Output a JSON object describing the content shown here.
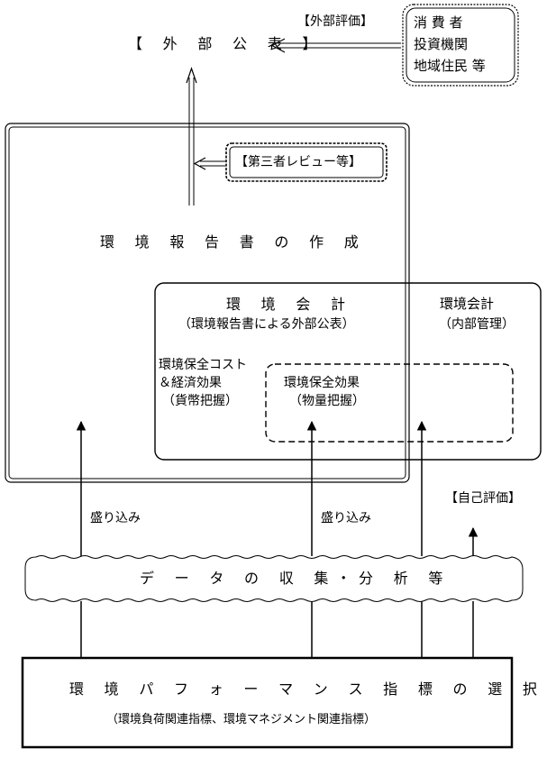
{
  "external_publication": "【 外 部 公 表 】",
  "external_evaluation": "【外部評価】",
  "stakeholders": [
    "消 費 者",
    "投資機関",
    "地域住民 等"
  ],
  "third_party_review": "【第三者レビュー等】",
  "report_creation": "環 境 報 告 書 の 作 成",
  "env_accounting_external": {
    "title": "環 境 会 計",
    "subtitle": "（環境報告書による外部公表）"
  },
  "env_accounting_internal": {
    "title": "環境会計",
    "subtitle": "（内部管理）"
  },
  "cost_effect": [
    "環境保全コスト",
    "＆経済効果",
    "（貨幣把握）"
  ],
  "conservation_effect": [
    "環境保全効果",
    "（物量把握）"
  ],
  "incorporate_left": "盛り込み",
  "incorporate_right": "盛り込み",
  "self_evaluation": "【自己評価】",
  "data_collection": "デ ー タ の 収 集・分 析 等",
  "indicator_selection": {
    "title": "環 境 パ フ ォ ー マ ン ス 指 標 の 選 択",
    "subtitle": "（環境負荷関連指標、環境マネジメント関連指標）"
  }
}
